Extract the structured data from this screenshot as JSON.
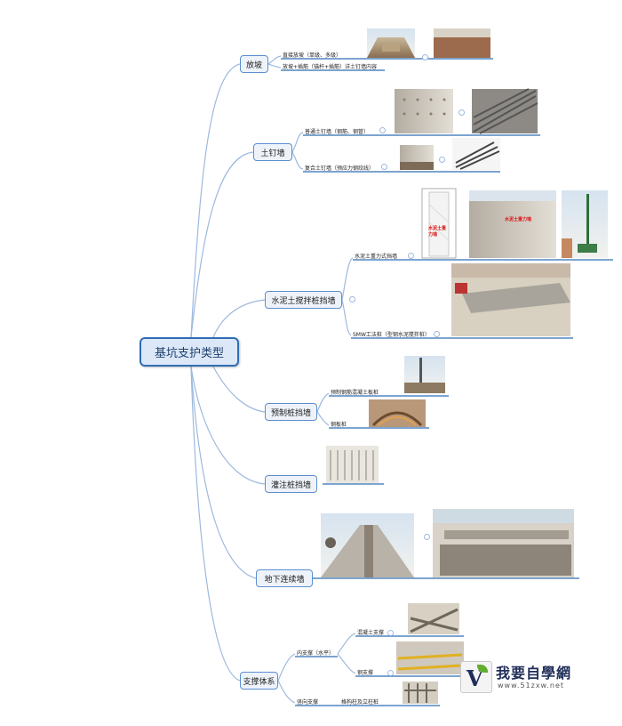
{
  "root": "基坑支护类型",
  "branches": {
    "fangpo": {
      "label": "放坡",
      "items": [
        "直接放坡（单级、多级）",
        "放坡+插筋（锚杆+插筋）详土钉墙内容"
      ]
    },
    "tudingqiang": {
      "label": "土钉墙",
      "items": [
        "普通土钉墙（钢筋、钢管）",
        "复合土钉墙（预应力钢绞线）"
      ]
    },
    "shuinitu": {
      "label": "水泥土搅拌桩挡墙",
      "items": [
        "水泥土重力式挡墙",
        "SMW工法桩（型钢水泥搅拌桩）"
      ],
      "photo_captions": [
        "水泥土重力墙",
        "水泥土重力墙"
      ]
    },
    "yuzhi": {
      "label": "预制桩挡墙",
      "items": [
        "预制钢筋混凝土板桩",
        "钢板桩"
      ]
    },
    "guanzhu": {
      "label": "灌注桩挡墙"
    },
    "dixia": {
      "label": "地下连续墙"
    },
    "zhicheng": {
      "label": "支撑体系",
      "inner": "内支撑（水平）",
      "inner_items": [
        "混凝土支撑",
        "钢支撑"
      ],
      "vertical": "竖向支撑",
      "vertical_items": [
        "格构柱及立柱桩"
      ]
    }
  },
  "logo": {
    "title": "我要自學網",
    "url": "www.51zxw.net",
    "icon": "v-leaf-logo-icon"
  },
  "colors": {
    "line": "#9db9de",
    "node_border": "#5b8fd0",
    "underline": "#2f6db5",
    "root_fill": "#dce8f7"
  }
}
